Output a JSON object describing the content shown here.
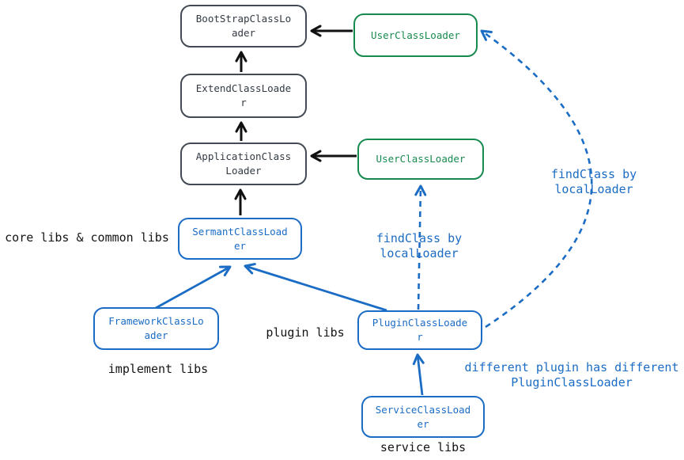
{
  "diagram": {
    "type": "class-loader-hierarchy",
    "colors": {
      "node_dark_border": "#434a54",
      "node_green_border": "#188a4f",
      "node_blue_border": "#1b6cc4",
      "arrow_black": "#111111",
      "arrow_blue": "#1b6cc4",
      "label_black": "#141414",
      "background": "#ffffff"
    },
    "nodes": {
      "bootstrap": {
        "label": "BootStrapClassLoader"
      },
      "extend": {
        "label": "ExtendClassLoader"
      },
      "application": {
        "label": "ApplicationClassLoader"
      },
      "user_top": {
        "label": "UserClassLoader"
      },
      "user_mid": {
        "label": "UserClassLoader"
      },
      "sermant": {
        "label": "SermantClassLoader"
      },
      "framework": {
        "label": "FrameworkClassLoader"
      },
      "plugin": {
        "label": "PluginClassLoader"
      },
      "service": {
        "label": "ServiceClassLoader"
      }
    },
    "labels": {
      "core_libs": "core libs & common libs",
      "implement_libs": "implement libs",
      "plugin_libs": "plugin libs",
      "service_libs": "service libs",
      "findclass_mid": "findClass by\nlocalLoader",
      "findclass_right": "findClass by\nlocalLoader",
      "different_plugin": "different plugin has different\nPluginClassLoader"
    },
    "edges": [
      {
        "from": "extend",
        "to": "bootstrap",
        "style": "solid-black"
      },
      {
        "from": "application",
        "to": "extend",
        "style": "solid-black"
      },
      {
        "from": "sermant",
        "to": "application",
        "style": "solid-black"
      },
      {
        "from": "user_top",
        "to": "bootstrap",
        "style": "solid-black"
      },
      {
        "from": "user_mid",
        "to": "application",
        "style": "solid-black"
      },
      {
        "from": "framework",
        "to": "sermant",
        "style": "solid-blue"
      },
      {
        "from": "plugin",
        "to": "sermant",
        "style": "solid-blue"
      },
      {
        "from": "service",
        "to": "plugin",
        "style": "solid-blue"
      },
      {
        "from": "plugin",
        "to": "user_mid",
        "style": "dashed-blue"
      },
      {
        "from": "plugin",
        "to": "user_top",
        "style": "dashed-blue-curved"
      }
    ]
  }
}
